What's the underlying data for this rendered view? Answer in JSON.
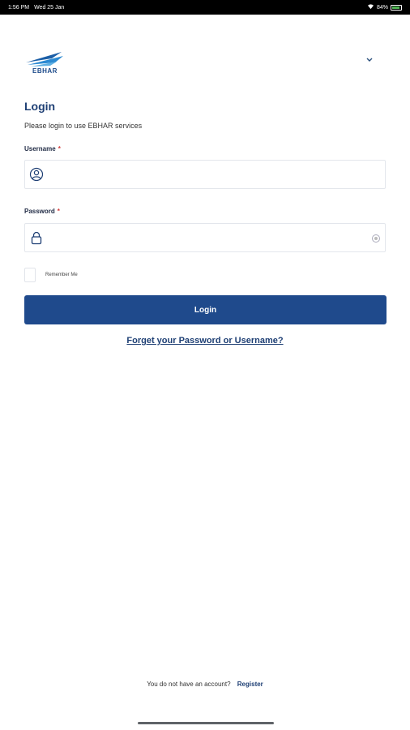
{
  "status_bar": {
    "time": "1:56 PM",
    "date": "Wed 25 Jan",
    "battery": "84%"
  },
  "brand": {
    "name": "EBHAR"
  },
  "login": {
    "title": "Login",
    "subtitle": "Please login to use EBHAR services",
    "username_label": "Username",
    "username_value": "",
    "password_label": "Password",
    "password_value": "",
    "required_mark": "*",
    "remember_label": "Remember Me",
    "submit_label": "Login",
    "forgot_link": "Forget your Password or Username?"
  },
  "footer": {
    "prompt": "You do not have an account?",
    "register_link": "Register"
  },
  "icons": {
    "username": "user-circle-icon",
    "password": "lock-icon",
    "toggle_password": "eye-icon",
    "language": "chevron-down-icon"
  },
  "colors": {
    "primary": "#1f4a8c",
    "required": "#d23b3b"
  }
}
